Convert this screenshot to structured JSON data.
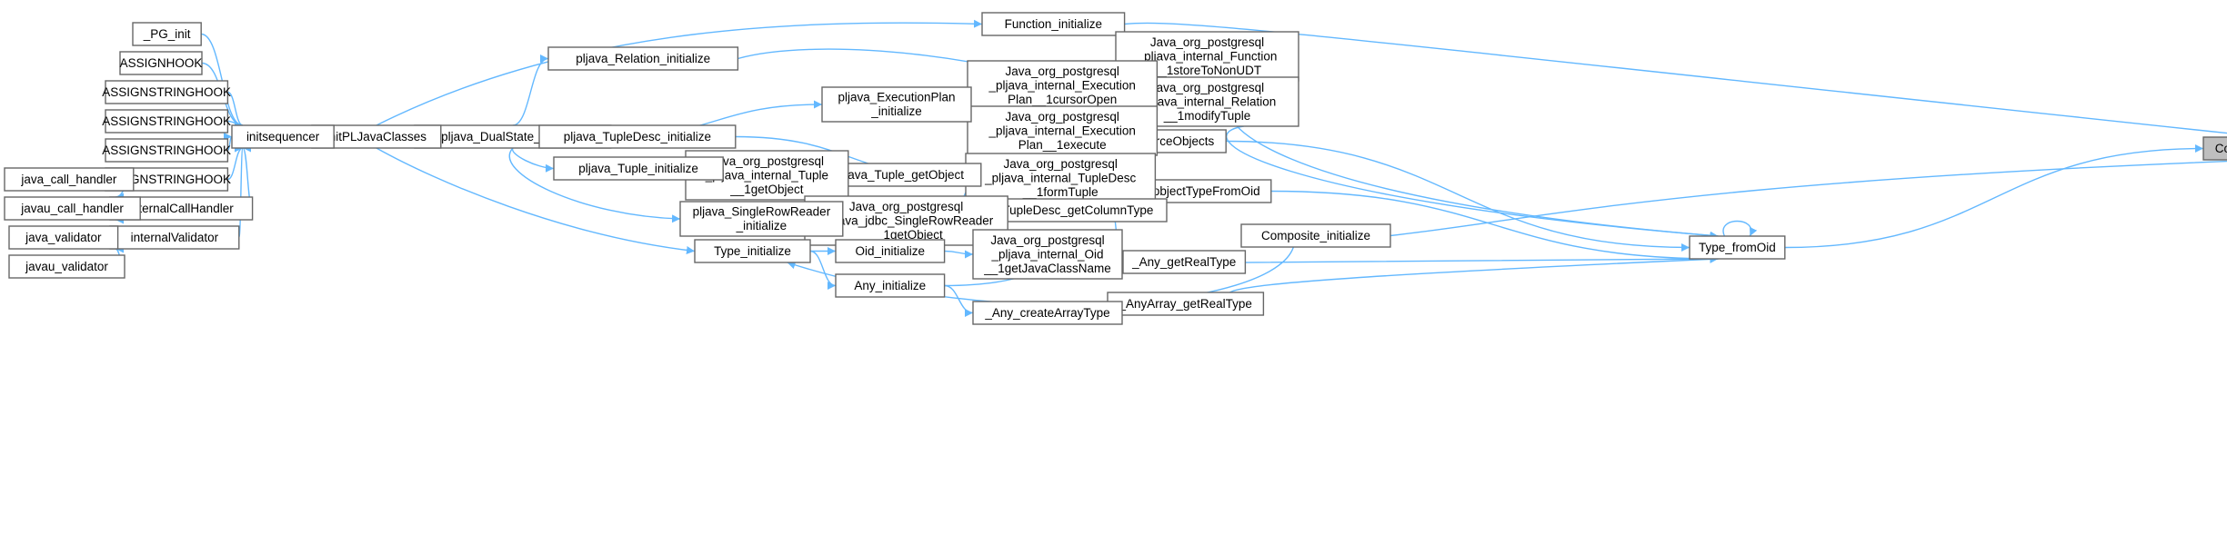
{
  "diagram": {
    "colors": {
      "edge": "#63b8ff",
      "node_border": "#666666",
      "root_fill": "#bfbfbf",
      "node_fill": "#ffffff"
    },
    "nodes": [
      {
        "id": "composite_obtain",
        "lines": [
          "Composite_obtain"
        ],
        "root": true
      },
      {
        "id": "function_initialize",
        "lines": [
          "Function_initialize"
        ]
      },
      {
        "id": "java_function_storetononudt",
        "lines": [
          "Java_org_postgresql",
          "_pljava_internal_Function",
          "__1storeToNonUDT"
        ]
      },
      {
        "id": "java_relation_modifytuple",
        "lines": [
          "Java_org_postgresql",
          "_pljava_internal_Relation",
          "__1modifyTuple"
        ]
      },
      {
        "id": "type_fromoid",
        "lines": [
          "Type_fromOid"
        ]
      },
      {
        "id": "coerceobjects",
        "lines": [
          "coerceObjects"
        ]
      },
      {
        "id": "java_executionplan_cursoropen",
        "lines": [
          "Java_org_postgresql",
          "_pljava_internal_Execution",
          "Plan__1cursorOpen"
        ]
      },
      {
        "id": "java_executionplan_execute",
        "lines": [
          "Java_org_postgresql",
          "_pljava_internal_Execution",
          "Plan__1execute"
        ]
      },
      {
        "id": "pljava_executionplan_initialize",
        "lines": [
          "pljava_ExecutionPlan",
          "_initialize"
        ]
      },
      {
        "id": "pljava_relation_initialize",
        "lines": [
          "pljava_Relation_initialize"
        ]
      },
      {
        "id": "pljava_dualstate_initialize",
        "lines": [
          "pljava_DualState_initialize"
        ]
      },
      {
        "id": "initpljavaclasses",
        "lines": [
          "initPLJavaClasses"
        ]
      },
      {
        "id": "initsequencer",
        "lines": [
          "initsequencer"
        ]
      },
      {
        "id": "pg_init",
        "lines": [
          "_PG_init"
        ]
      },
      {
        "id": "assignhook",
        "lines": [
          "ASSIGNHOOK"
        ]
      },
      {
        "id": "assignstringhook1",
        "lines": [
          "ASSIGNSTRINGHOOK"
        ]
      },
      {
        "id": "assignstringhook2",
        "lines": [
          "ASSIGNSTRINGHOOK"
        ]
      },
      {
        "id": "assignstringhook3",
        "lines": [
          "ASSIGNSTRINGHOOK"
        ]
      },
      {
        "id": "assignstringhook4",
        "lines": [
          "ASSIGNSTRINGHOOK"
        ]
      },
      {
        "id": "internalcallhandler",
        "lines": [
          "internalCallHandler"
        ]
      },
      {
        "id": "java_call_handler",
        "lines": [
          "java_call_handler"
        ]
      },
      {
        "id": "javau_call_handler",
        "lines": [
          "javau_call_handler"
        ]
      },
      {
        "id": "internalvalidator",
        "lines": [
          "internalValidator"
        ]
      },
      {
        "id": "java_validator",
        "lines": [
          "java_validator"
        ]
      },
      {
        "id": "javau_validator",
        "lines": [
          "javau_validator"
        ]
      },
      {
        "id": "type_objecttypefromoid",
        "lines": [
          "Type_objectTypeFromOid"
        ]
      },
      {
        "id": "java_tupledesc_formtuple",
        "lines": [
          "Java_org_postgresql",
          "_pljava_internal_TupleDesc",
          "__1formTuple"
        ]
      },
      {
        "id": "pljava_tupledesc_initialize",
        "lines": [
          "pljava_TupleDesc_initialize"
        ]
      },
      {
        "id": "pljava_tupledesc_getcolumntype",
        "lines": [
          "pljava_TupleDesc_getColumnType"
        ]
      },
      {
        "id": "pljava_tuple_getobject",
        "lines": [
          "pljava_Tuple_getObject"
        ]
      },
      {
        "id": "java_tuple_getobject",
        "lines": [
          "Java_org_postgresql",
          "_pljava_internal_Tuple",
          "__1getObject"
        ]
      },
      {
        "id": "pljava_tuple_initialize",
        "lines": [
          "pljava_Tuple_initialize"
        ]
      },
      {
        "id": "java_singlerowreader_getobject",
        "lines": [
          "Java_org_postgresql",
          "_pljava_jdbc_SingleRowReader",
          "__1getObject"
        ]
      },
      {
        "id": "pljava_singlerowreader_initialize",
        "lines": [
          "pljava_SingleRowReader",
          "_initialize"
        ]
      },
      {
        "id": "java_oid_getjavaclassname",
        "lines": [
          "Java_org_postgresql",
          "_pljava_internal_Oid",
          "__1getJavaClassName"
        ]
      },
      {
        "id": "oid_initialize",
        "lines": [
          "Oid_initialize"
        ]
      },
      {
        "id": "type_initialize",
        "lines": [
          "Type_initialize"
        ]
      },
      {
        "id": "any_getrealtype",
        "lines": [
          "_Any_getRealType"
        ]
      },
      {
        "id": "any_initialize",
        "lines": [
          "Any_initialize"
        ]
      },
      {
        "id": "anyarray_getrealtype",
        "lines": [
          "_AnyArray_getRealType"
        ]
      },
      {
        "id": "any_createarraytype",
        "lines": [
          "_Any_createArrayType"
        ]
      },
      {
        "id": "composite_initialize",
        "lines": [
          "Composite_initialize"
        ]
      }
    ],
    "edges": [
      {
        "from": "function_initialize",
        "to": "composite_obtain"
      },
      {
        "from": "type_fromoid",
        "to": "composite_obtain"
      },
      {
        "from": "composite_initialize",
        "to": "composite_obtain"
      },
      {
        "from": "java_function_storetononudt",
        "to": "type_fromoid"
      },
      {
        "from": "java_relation_modifytuple",
        "to": "type_fromoid"
      },
      {
        "from": "coerceobjects",
        "to": "type_fromoid"
      },
      {
        "from": "type_fromoid",
        "to": "type_fromoid"
      },
      {
        "from": "type_objecttypefromoid",
        "to": "type_fromoid"
      },
      {
        "from": "any_getrealtype",
        "to": "type_fromoid"
      },
      {
        "from": "anyarray_getrealtype",
        "to": "type_fromoid"
      },
      {
        "from": "java_function_storetononudt",
        "to": "function_initialize"
      },
      {
        "from": "initpljavaclasses",
        "to": "function_initialize"
      },
      {
        "from": "pljava_relation_initialize",
        "to": "java_relation_modifytuple"
      },
      {
        "from": "java_executionplan_cursoropen",
        "to": "coerceobjects"
      },
      {
        "from": "java_executionplan_execute",
        "to": "coerceobjects"
      },
      {
        "from": "pljava_executionplan_initialize",
        "to": "java_executionplan_cursoropen"
      },
      {
        "from": "pljava_executionplan_initialize",
        "to": "java_executionplan_execute"
      },
      {
        "from": "pljava_dualstate_initialize",
        "to": "pljava_executionplan_initialize"
      },
      {
        "from": "pljava_dualstate_initialize",
        "to": "pljava_relation_initialize"
      },
      {
        "from": "initpljavaclasses",
        "to": "pljava_dualstate_initialize"
      },
      {
        "from": "initsequencer",
        "to": "initpljavaclasses"
      },
      {
        "from": "pg_init",
        "to": "initsequencer"
      },
      {
        "from": "assignhook",
        "to": "initsequencer"
      },
      {
        "from": "assignstringhook1",
        "to": "initsequencer"
      },
      {
        "from": "assignstringhook2",
        "to": "initsequencer"
      },
      {
        "from": "assignstringhook3",
        "to": "initsequencer"
      },
      {
        "from": "assignstringhook4",
        "to": "initsequencer"
      },
      {
        "from": "internalcallhandler",
        "to": "initsequencer"
      },
      {
        "from": "internalvalidator",
        "to": "initsequencer"
      },
      {
        "from": "java_call_handler",
        "to": "internalcallhandler"
      },
      {
        "from": "javau_call_handler",
        "to": "internalcallhandler"
      },
      {
        "from": "java_validator",
        "to": "internalvalidator"
      },
      {
        "from": "javau_validator",
        "to": "internalvalidator"
      },
      {
        "from": "java_tupledesc_formtuple",
        "to": "type_objecttypefromoid"
      },
      {
        "from": "pljava_tupledesc_getcolumntype",
        "to": "type_objecttypefromoid"
      },
      {
        "from": "java_oid_getjavaclassname",
        "to": "type_objecttypefromoid"
      },
      {
        "from": "pljava_tupledesc_initialize",
        "to": "java_tupledesc_formtuple"
      },
      {
        "from": "pljava_dualstate_initialize",
        "to": "pljava_tupledesc_initialize"
      },
      {
        "from": "pljava_tuple_getobject",
        "to": "pljava_tupledesc_getcolumntype"
      },
      {
        "from": "java_singlerowreader_getobject",
        "to": "pljava_tupledesc_getcolumntype"
      },
      {
        "from": "java_tuple_getobject",
        "to": "pljava_tuple_getobject"
      },
      {
        "from": "pljava_tuple_initialize",
        "to": "java_tuple_getobject"
      },
      {
        "from": "pljava_dualstate_initialize",
        "to": "pljava_tuple_initialize"
      },
      {
        "from": "pljava_singlerowreader_initialize",
        "to": "java_singlerowreader_getobject"
      },
      {
        "from": "pljava_dualstate_initialize",
        "to": "pljava_singlerowreader_initialize"
      },
      {
        "from": "oid_initialize",
        "to": "java_oid_getjavaclassname"
      },
      {
        "from": "type_initialize",
        "to": "oid_initialize"
      },
      {
        "from": "initpljavaclasses",
        "to": "type_initialize"
      },
      {
        "from": "any_initialize",
        "to": "any_getrealtype"
      },
      {
        "from": "type_initialize",
        "to": "any_initialize"
      },
      {
        "from": "any_createarraytype",
        "to": "anyarray_getrealtype"
      },
      {
        "from": "any_initialize",
        "to": "any_createarraytype"
      },
      {
        "from": "composite_initialize",
        "to": "type_initialize"
      }
    ]
  }
}
